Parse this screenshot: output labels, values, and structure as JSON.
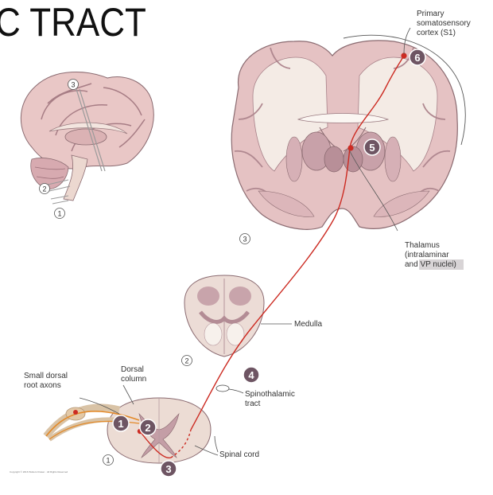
{
  "title": "C TRACT",
  "labels": {
    "primary_s1": "Primary\nsomatosensory\ncortex (S1)",
    "thalamus": "Thalamus\n(intralaminar\nand VP nuclei)",
    "medulla": "Medulla",
    "small_dorsal": "Small dorsal\nroot axons",
    "dorsal_column": "Dorsal\ncolumn",
    "spinothalamic": "Spinothalamic\ntract",
    "spinal_cord": "Spinal cord"
  },
  "section_markers": {
    "sagittal_top": "3",
    "sagittal_mid": "2",
    "sagittal_bottom": "1",
    "coronal": "3",
    "medulla": "2",
    "spinal": "1"
  },
  "steps": [
    "1",
    "2",
    "3",
    "4",
    "5",
    "6"
  ],
  "copyright": "Copyright © 2016 Wolters Kluwer · All Rights Reserved",
  "colors": {
    "pathway": "#cc2b22",
    "badge": "#6e5563",
    "tissue": "#e8c9c9",
    "white_matter": "#f5ece6",
    "gray_matter": "#c4a0a8"
  }
}
